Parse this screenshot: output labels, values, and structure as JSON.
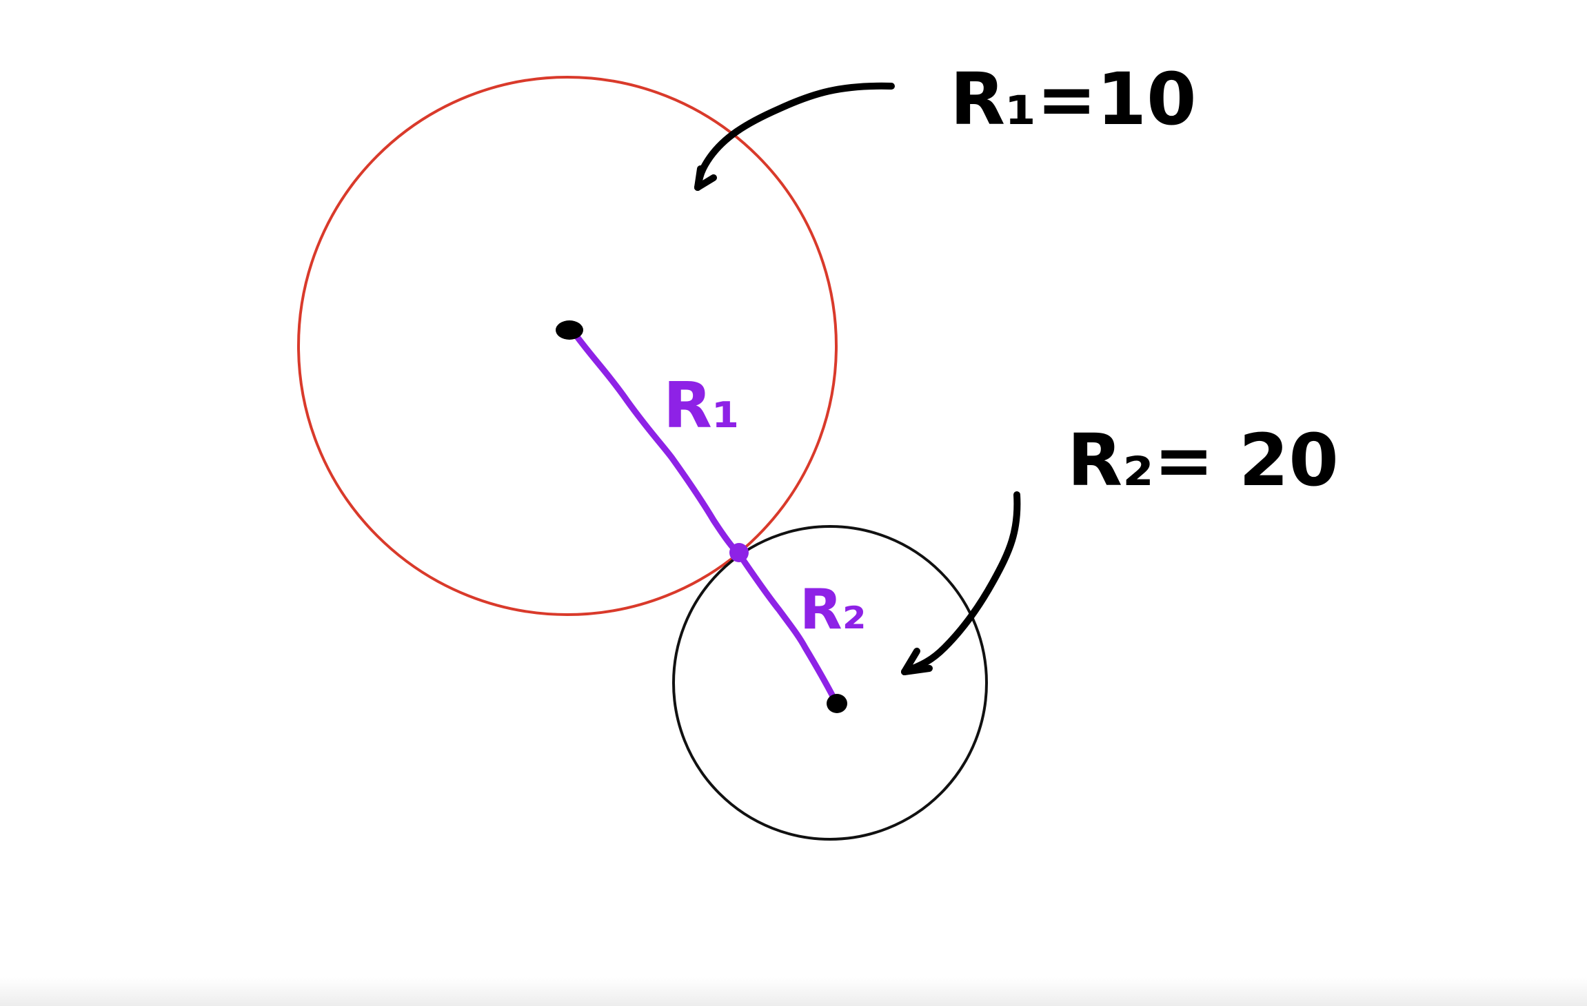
{
  "diagram": {
    "label_r1_value": "R₁=10",
    "label_r2_value": "R₂= 20",
    "label_r1_segment": "R₁",
    "label_r2_segment": "R₂",
    "colors": {
      "circle_1": "#d93a2b",
      "circle_2": "#111111",
      "radius_line": "#8e22e6",
      "ink": "#000000"
    },
    "icons": {
      "arrow_1": "curved-arrow-icon",
      "arrow_2": "curved-arrow-icon"
    }
  }
}
